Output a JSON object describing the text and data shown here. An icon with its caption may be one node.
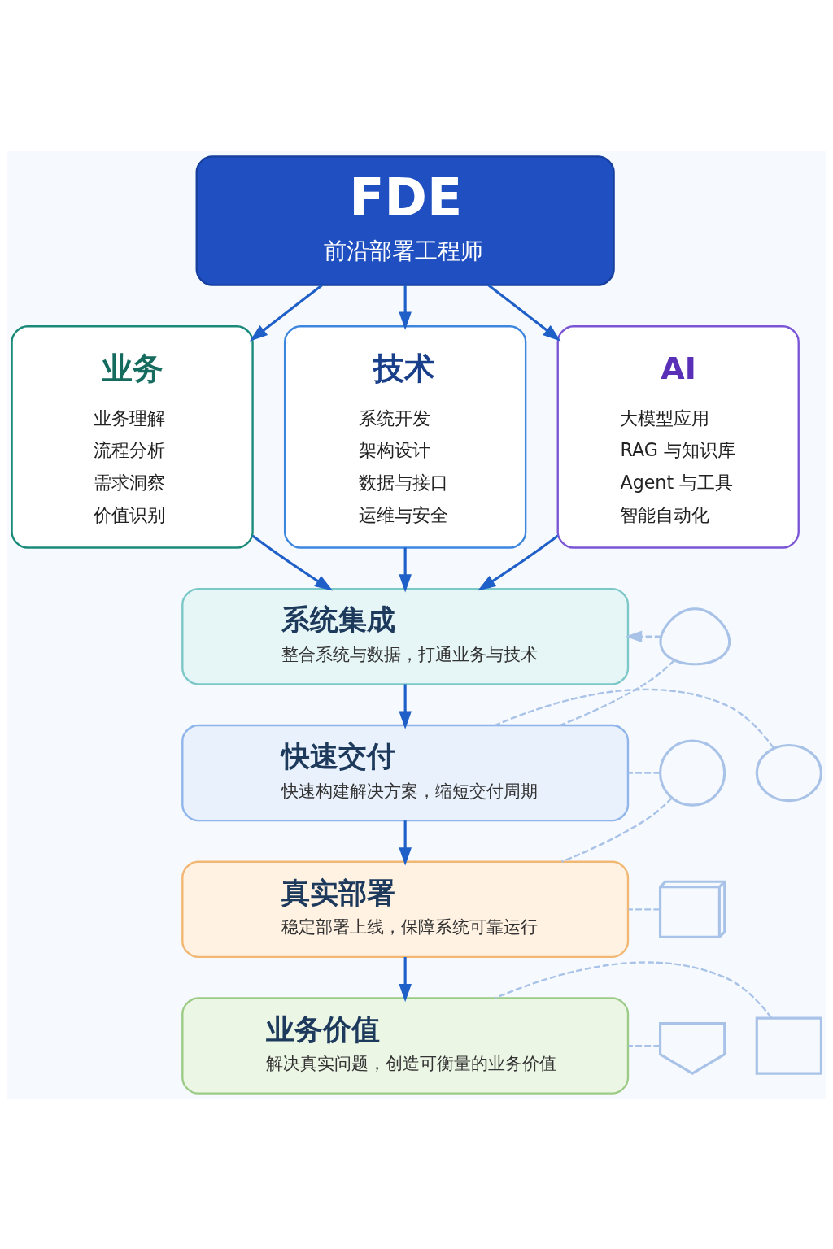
{
  "diagram": {
    "nodes": [
      {
        "text": [
          "FDE",
          "前沿部署工程师"
        ]
      },
      {
        "text": [
          "业务",
          "业务理解",
          "流程分析",
          "需求洞察",
          "价值识别"
        ]
      },
      {
        "text": [
          "技术",
          "系统开发",
          "架构设计",
          "数据与接口",
          "运维与安全"
        ]
      },
      {
        "text": [
          "AI",
          "大模型应用",
          "RAG 与知识库",
          "Agent 与工具",
          "智能自动化"
        ]
      },
      {
        "text": [
          "系统集成",
          "整合系统与数据，打通业务与技术"
        ]
      },
      {
        "text": [
          "快速交付",
          "快速构建解决方案，缩短交付周期"
        ]
      },
      {
        "text": [
          "真实部署",
          "稳定部署上线，保障系统可靠运行"
        ]
      },
      {
        "text": [
          "业务价值",
          "解决真实问题，创造可衡量的业务价值"
        ]
      },
      {
        "text": [],
        "shape": "person"
      },
      {
        "text": [],
        "shape": "globe"
      },
      {
        "text": [],
        "shape": "shield"
      },
      {
        "text": [],
        "shape": "cloud"
      },
      {
        "text": [],
        "shape": "server"
      },
      {
        "text": [],
        "shape": "chart"
      }
    ],
    "edges": [
      {
        "from": 0,
        "to": 1,
        "arrow": "to"
      },
      {
        "from": 0,
        "to": 2,
        "arrow": "to"
      },
      {
        "from": 0,
        "to": 3,
        "arrow": "to"
      },
      {
        "from": 1,
        "to": 4,
        "arrow": "to"
      },
      {
        "from": 2,
        "to": 4,
        "arrow": "to"
      },
      {
        "from": 3,
        "to": 4,
        "arrow": "to"
      },
      {
        "from": 4,
        "to": 5,
        "arrow": "to"
      },
      {
        "from": 5,
        "to": 6,
        "arrow": "to"
      },
      {
        "from": 6,
        "to": 7,
        "arrow": "to"
      },
      {
        "from": 8,
        "to": 4,
        "arrow": "to",
        "style": "dashed",
        "color": "#a9c3e8"
      },
      {
        "from": 8,
        "to": 5,
        "arrow": "none",
        "style": "dashed",
        "color": "#a9c3e8"
      },
      {
        "from": 9,
        "to": 5,
        "arrow": "none",
        "style": "dashed",
        "color": "#a9c3e8"
      },
      {
        "from": 9,
        "to": 6,
        "arrow": "none",
        "style": "dashed",
        "color": "#a9c3e8"
      },
      {
        "from": 10,
        "to": 7,
        "arrow": "none",
        "style": "dashed",
        "color": "#a9c3e8"
      },
      {
        "from": 11,
        "to": 5,
        "arrow": "none",
        "style": "dashed",
        "color": "#a9c3e8"
      },
      {
        "from": 12,
        "to": 6,
        "arrow": "none",
        "style": "dashed",
        "color": "#a9c3e8"
      },
      {
        "from": 13,
        "to": 7,
        "arrow": "none",
        "style": "dashed",
        "color": "#a9c3e8"
      }
    ]
  }
}
